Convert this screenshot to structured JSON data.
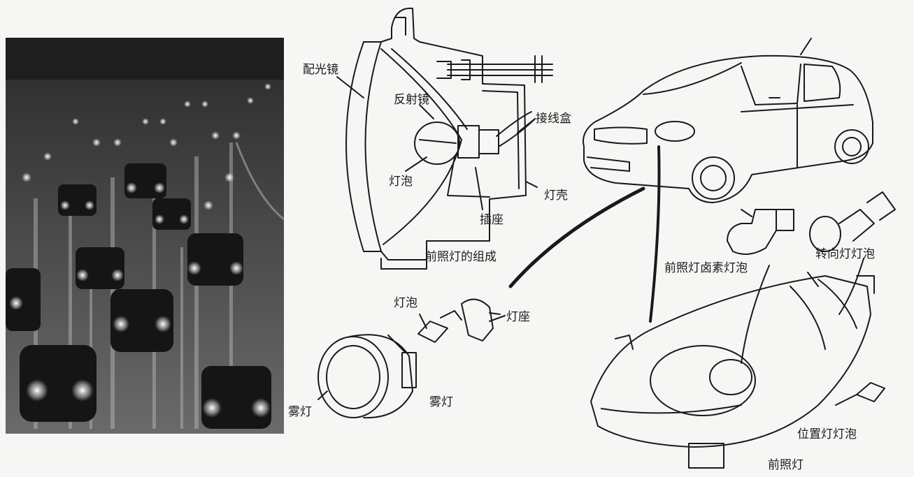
{
  "labels": {
    "lens": "配光镜",
    "reflector": "反射镜",
    "junction_box": "接线盒",
    "bulb_headlamp": "灯泡",
    "housing": "灯壳",
    "socket": "插座",
    "headlamp_assembly_caption": "前照灯的组成",
    "fog_bulb": "灯泡",
    "bulb_holder": "灯座",
    "fog_lamp_left": "雾灯",
    "fog_lamp_caption": "雾灯",
    "halogen_bulb": "前照灯卤素灯泡",
    "turn_signal_bulb": "转向灯灯泡",
    "position_bulb": "位置灯灯泡",
    "headlamp_caption": "前照灯"
  },
  "colors": {
    "background": "#f6f6f4",
    "ink": "#1a1a1a",
    "photo_dark": "#3a3a3a"
  }
}
